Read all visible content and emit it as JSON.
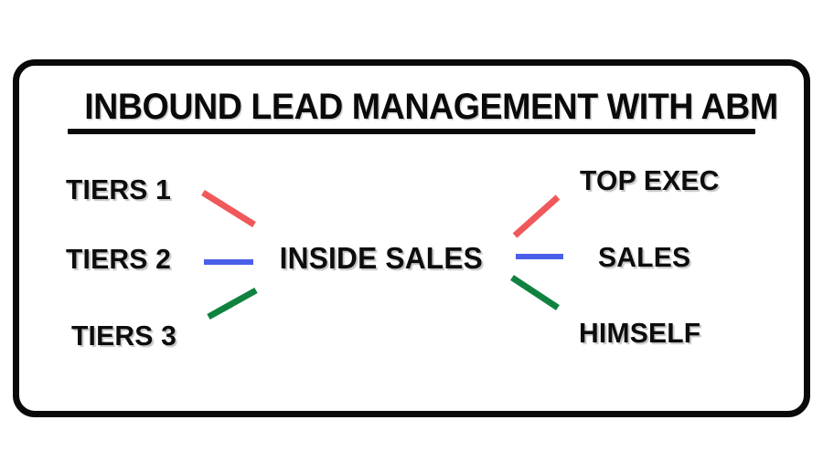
{
  "title": {
    "text": "INBOUND LEAD MANAGEMENT WITH ABM",
    "underlined": true
  },
  "diagram": {
    "type": "flow",
    "inputs": [
      {
        "id": "tier-1",
        "label": "TIERS 1",
        "arrow_color": "#F0585B",
        "arrow_direction": "down-right"
      },
      {
        "id": "tier-2",
        "label": "TIERS 2",
        "arrow_color": "#4A5FE8",
        "arrow_direction": "right"
      },
      {
        "id": "tier-3",
        "label": "TIERS 3",
        "arrow_color": "#10823F",
        "arrow_direction": "up-right"
      }
    ],
    "hub": {
      "id": "inside-sales",
      "label": "INSIDE SALES"
    },
    "outputs": [
      {
        "id": "top-exec",
        "label": "TOP EXEC",
        "arrow_color": "#F0585B",
        "arrow_direction": "up-right"
      },
      {
        "id": "sales",
        "label": "SALES",
        "arrow_color": "#4A5FE8",
        "arrow_direction": "right"
      },
      {
        "id": "himself",
        "label": "HIMSELF",
        "arrow_color": "#10823F",
        "arrow_direction": "down-right"
      }
    ]
  },
  "colors": {
    "red": "#F0585B",
    "blue": "#4A5FE8",
    "green": "#10823F",
    "ink": "#0A0A0A",
    "background": "#FFFFFF"
  }
}
